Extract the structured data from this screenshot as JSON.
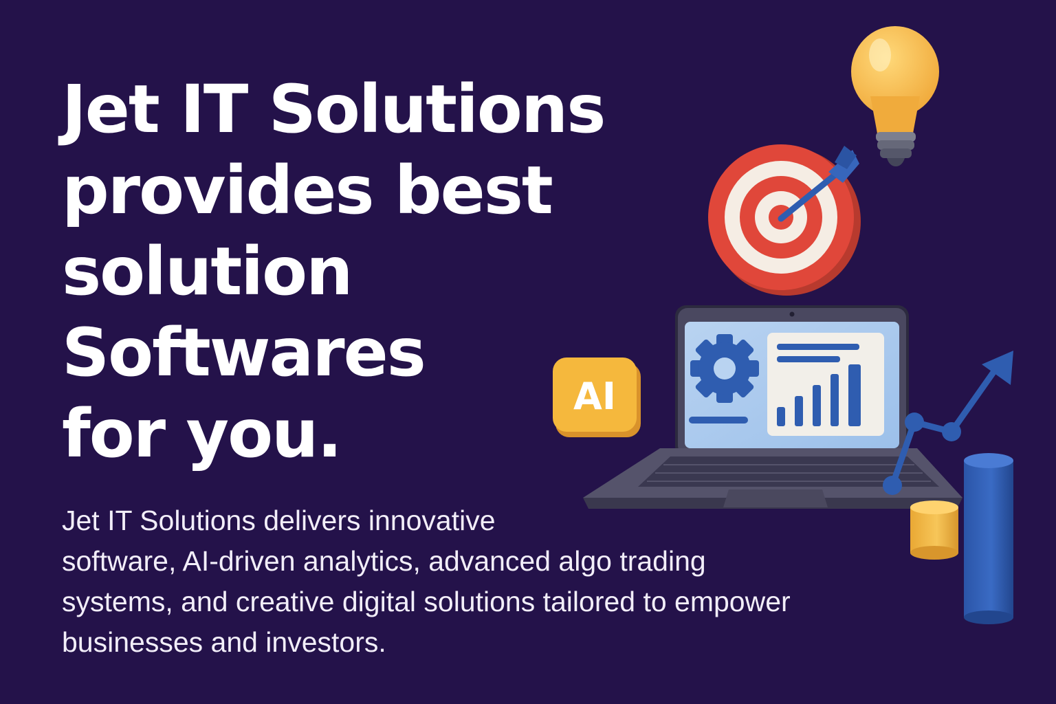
{
  "hero": {
    "headline_lines": [
      "Jet IT Solutions",
      "provides best",
      "solution",
      "Softwares",
      "for you."
    ],
    "description_lines": [
      "Jet IT Solutions delivers innovative",
      "software, AI-driven analytics, advanced algo trading",
      "systems, and creative digital solutions tailored to empower",
      "businesses and investors."
    ]
  },
  "illustration": {
    "ai_badge_text": "AI",
    "icons": [
      "lightbulb-icon",
      "target-icon",
      "dart-icon",
      "laptop-icon",
      "gear-icon",
      "bar-chart-icon",
      "ai-badge-icon",
      "trend-arrow-icon",
      "cylinder-bars-icon"
    ]
  },
  "colors": {
    "background": "#24124a",
    "text": "#ffffff",
    "accent_blue": "#2f5db0",
    "accent_red": "#d9483b",
    "accent_yellow": "#f5b83d"
  }
}
